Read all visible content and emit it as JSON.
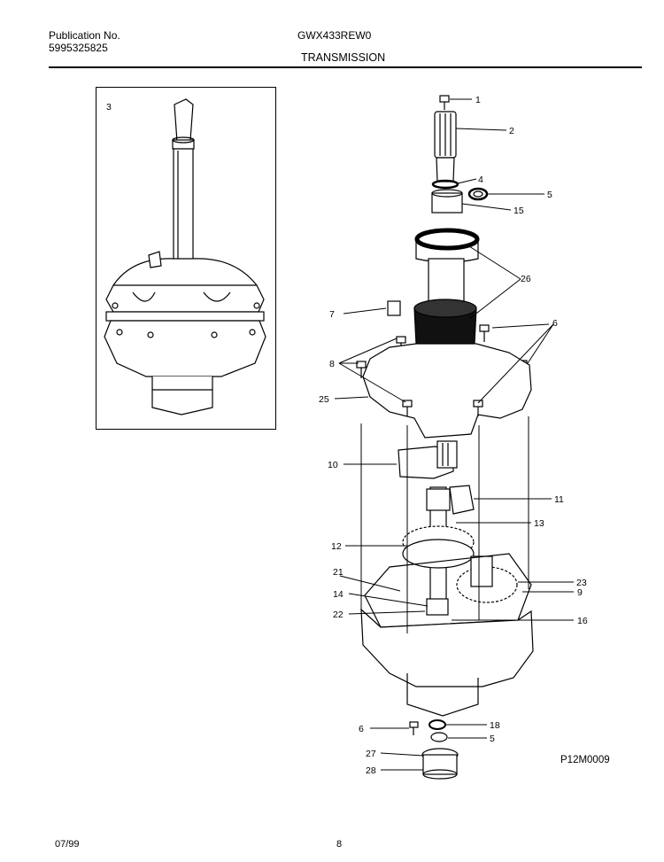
{
  "header": {
    "publication_label": "Publication No.",
    "publication_number": "5995325825",
    "model": "GWX433REW0",
    "section_title": "TRANSMISSION"
  },
  "inset": {
    "callout": "3"
  },
  "callouts": {
    "c1": "1",
    "c2": "2",
    "c4": "4",
    "c5a": "5",
    "c15": "15",
    "c26": "26",
    "c7": "7",
    "c6": "6",
    "c8": "8",
    "c25": "25",
    "c10": "10",
    "c11": "11",
    "c13": "13",
    "c12": "12",
    "c21": "21",
    "c23": "23",
    "c9": "9",
    "c14": "14",
    "c22": "22",
    "c16": "16",
    "c6b": "6",
    "c18": "18",
    "c5b": "5",
    "c27": "27",
    "c28": "28"
  },
  "diagram_id": "P12M0009",
  "footer": {
    "date": "07/99",
    "page": "8"
  }
}
